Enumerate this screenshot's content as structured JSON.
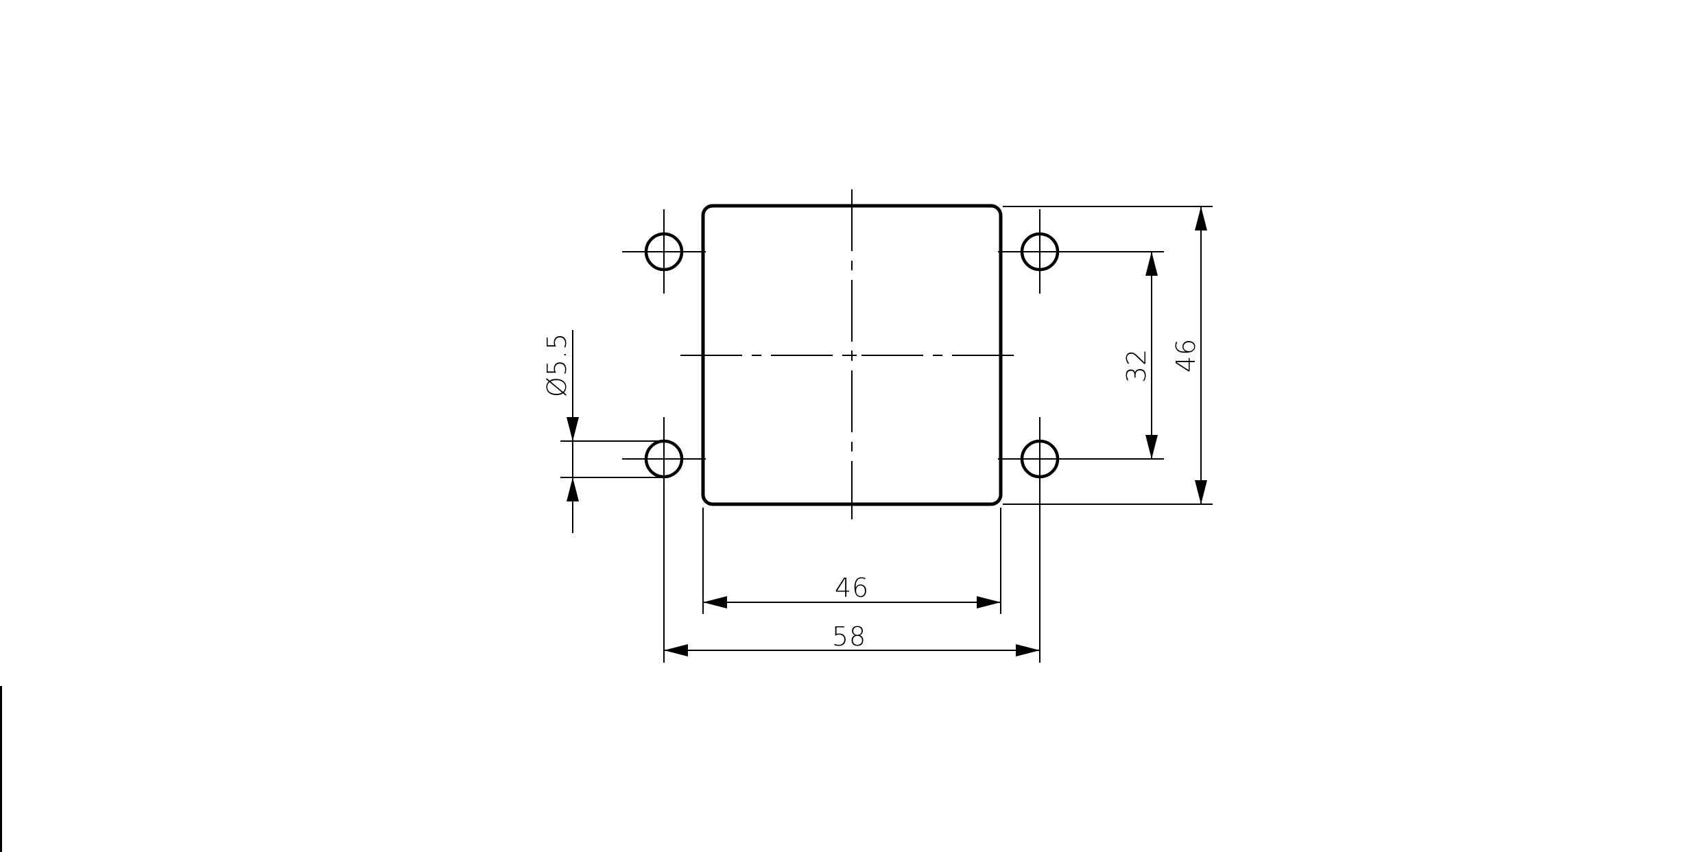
{
  "drawing": {
    "title": "Panel cut-out drawing (flange with 4 mounting holes)",
    "units": "mm",
    "colors": {
      "background": "#ffffff",
      "lines": "#000000"
    },
    "dimensions": {
      "hole_diameter": "Ø5.5",
      "cutout_width": "46",
      "hole_pitch_horizontal": "58",
      "hole_pitch_vertical": "32",
      "cutout_height": "46"
    },
    "features": {
      "cutout": {
        "shape": "rounded-rectangle",
        "width": 46,
        "height": 46
      },
      "holes": [
        {
          "position": "top-left",
          "diameter": 5.5
        },
        {
          "position": "top-right",
          "diameter": 5.5
        },
        {
          "position": "bottom-left",
          "diameter": 5.5
        },
        {
          "position": "bottom-right",
          "diameter": 5.5
        }
      ]
    }
  }
}
